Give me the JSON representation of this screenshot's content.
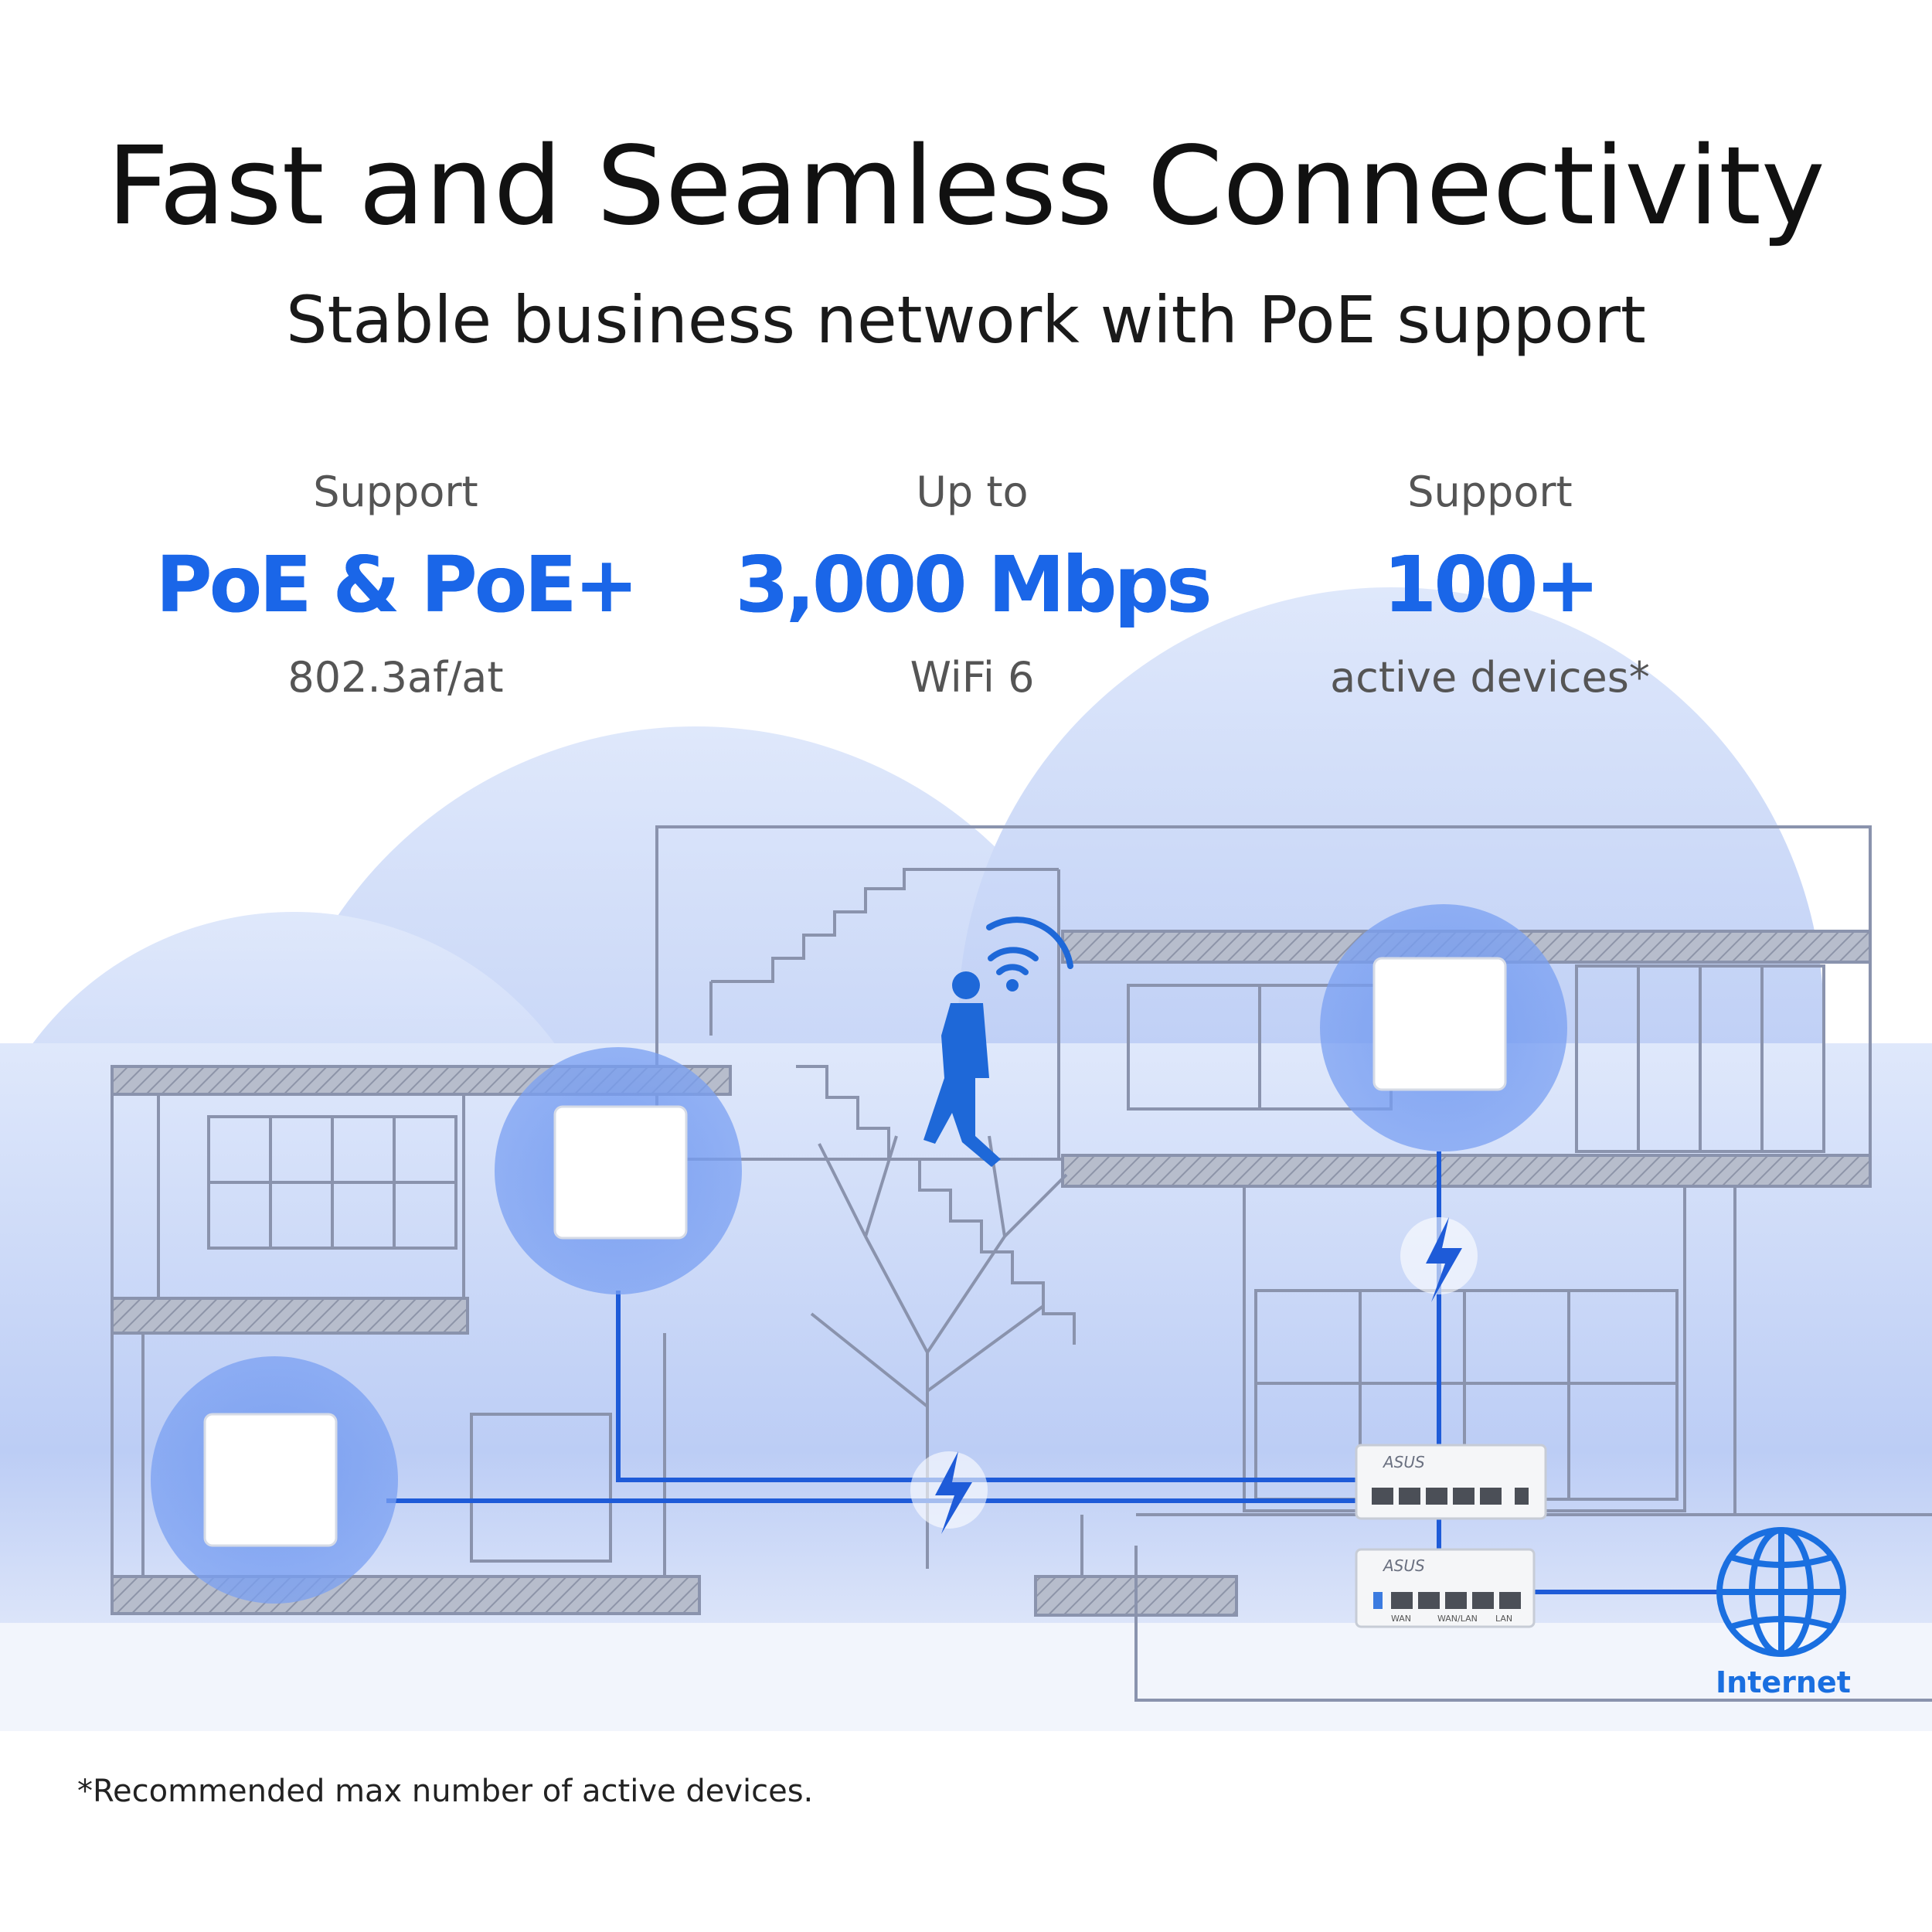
{
  "header": {
    "title": "Fast and Seamless Connectivity",
    "subtitle": "Stable business network with PoE support"
  },
  "stats": [
    {
      "pre": "Support",
      "value": "PoE & PoE+",
      "post": "802.3af/at"
    },
    {
      "pre": "Up to",
      "value": "3,000 Mbps",
      "post": "WiFi 6"
    },
    {
      "pre": "Support",
      "value": "100+",
      "post": "active devices*"
    }
  ],
  "diagram": {
    "internet_label": "Internet",
    "router_port_labels": [
      "WAN",
      "WAN/LAN",
      "LAN"
    ],
    "brand": "ASUS"
  },
  "footnote": "*Recommended max number of active devices.",
  "colors": {
    "accent": "#1a66e8",
    "cable": "#1e5bd8",
    "cloud": "#c8d7f7",
    "building_line": "#8a93ad"
  }
}
